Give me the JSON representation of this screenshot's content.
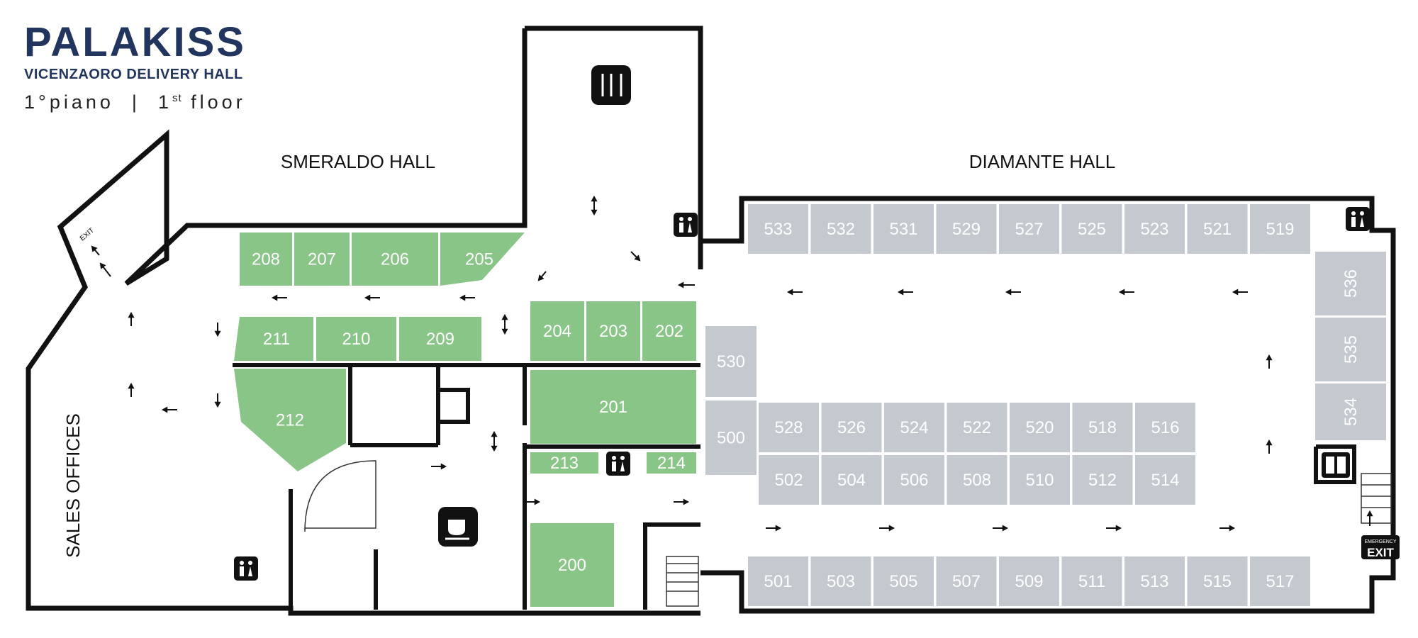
{
  "header": {
    "brand": "PALAKISS",
    "subtitle": "VICENZAORO DELIVERY HALL",
    "floor_it": "1°piano",
    "separator": "|",
    "floor_en_num": "1",
    "floor_en_sup": "st",
    "floor_en_word": "floor"
  },
  "halls": {
    "smeraldo": "SMERALDO HALL",
    "diamante": "DIAMANTE HALL",
    "sales": "SALES OFFICES"
  },
  "signs": {
    "exit": "EXIT",
    "emergency_exit_top": "EMERGENCY",
    "emergency_exit_bottom": "EXIT"
  },
  "colors": {
    "green_booth": "#88c587",
    "grey_booth": "#c3c9cf",
    "wall": "#111111",
    "brand": "#22355e"
  },
  "icons": [
    "restaurant-icon",
    "restroom-icon",
    "cafe-icon",
    "elevator-icon",
    "stairs-icon"
  ],
  "booths_green": [
    "208",
    "207",
    "206",
    "205",
    "211",
    "210",
    "209",
    "204",
    "203",
    "202",
    "212",
    "201",
    "213",
    "214",
    "200"
  ],
  "booths_grey": [
    "533",
    "532",
    "531",
    "529",
    "527",
    "525",
    "523",
    "521",
    "519",
    "530",
    "500",
    "528",
    "526",
    "524",
    "522",
    "520",
    "518",
    "516",
    "502",
    "504",
    "506",
    "508",
    "510",
    "512",
    "514",
    "501",
    "503",
    "505",
    "507",
    "509",
    "511",
    "513",
    "515",
    "517",
    "536",
    "535",
    "534"
  ]
}
